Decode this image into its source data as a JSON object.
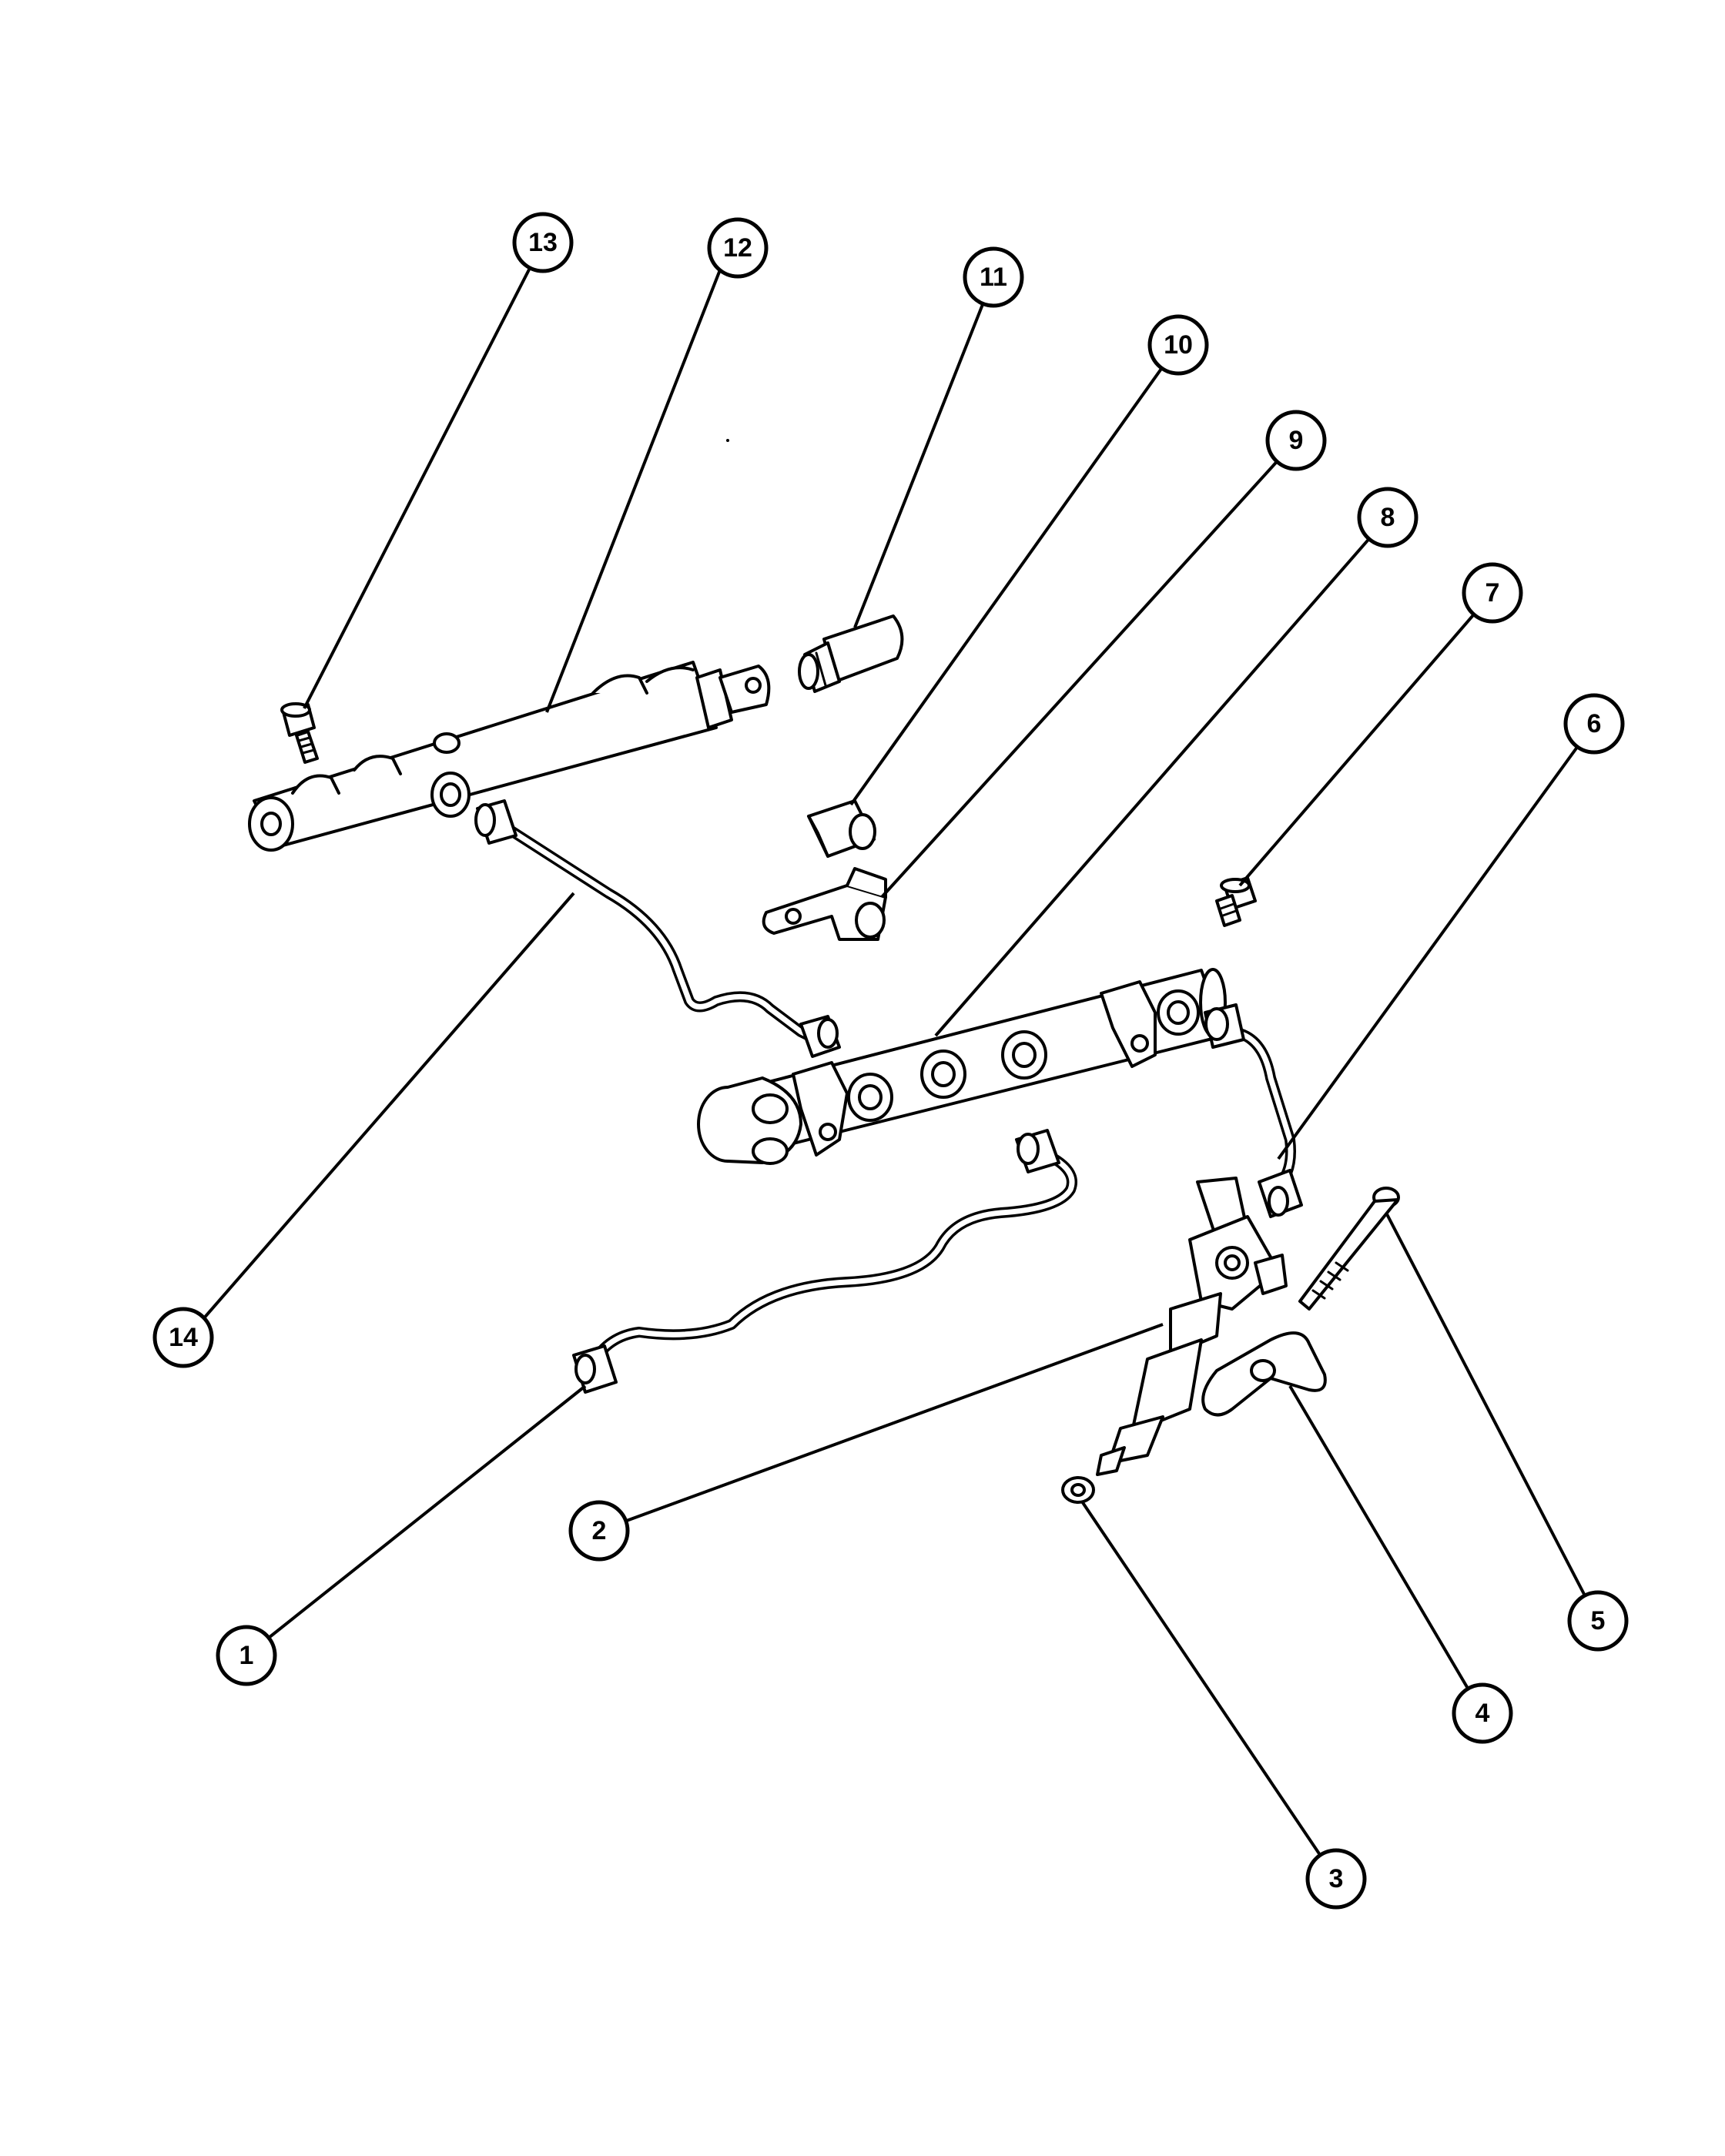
{
  "diagram": {
    "callouts": [
      {
        "id": 1,
        "label": "1"
      },
      {
        "id": 2,
        "label": "2"
      },
      {
        "id": 3,
        "label": "3"
      },
      {
        "id": 4,
        "label": "4"
      },
      {
        "id": 5,
        "label": "5"
      },
      {
        "id": 6,
        "label": "6"
      },
      {
        "id": 7,
        "label": "7"
      },
      {
        "id": 8,
        "label": "8"
      },
      {
        "id": 9,
        "label": "9"
      },
      {
        "id": 10,
        "label": "10"
      },
      {
        "id": 11,
        "label": "11"
      },
      {
        "id": 12,
        "label": "12"
      },
      {
        "id": 13,
        "label": "13"
      },
      {
        "id": 14,
        "label": "14"
      }
    ]
  }
}
